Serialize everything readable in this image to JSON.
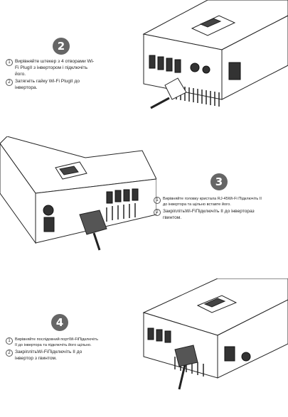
{
  "steps": [
    {
      "number": "2",
      "instructions": [
        {
          "marker": "1",
          "text": "Вирівняйте штекер з 4 отворами Wi-",
          "text2": "Fi PlugII з інвертором і підключіть",
          "text3": "його."
        },
        {
          "marker": "2",
          "text": "Затягніть гайку Wi-Fi PlugII до",
          "text2": "інвертора."
        }
      ]
    },
    {
      "number": "3",
      "instructions": [
        {
          "marker": "1",
          "text": "Вирівняйте головку кристала RJ-45Wi-Fi Підключіть II",
          "text2": "до інвертора та щільно вставте його."
        },
        {
          "marker": "2",
          "text": "ЗакріплітьWi-FiПідключіть II до інвертораз",
          "text2": "гвинтом."
        }
      ]
    },
    {
      "number": "4",
      "instructions": [
        {
          "marker": "1",
          "text": "Вирівняйте послідовний портWi-FiПідключіть",
          "text2": "II до інвертора та підключіть його щільно."
        },
        {
          "marker": "2",
          "text": "ЗакріплітьWi-FiПідключіть II до",
          "text2": "інвертор з гвинтом."
        }
      ]
    }
  ],
  "colors": {
    "badge": "#666666",
    "line": "#222222",
    "fill": "#ffffff",
    "dark": "#333333"
  }
}
